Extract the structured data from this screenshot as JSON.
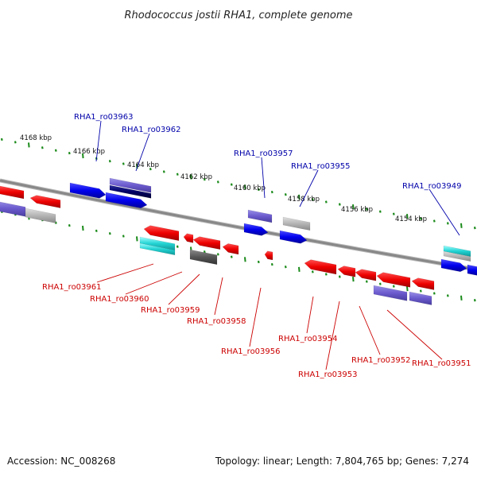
{
  "title": "Rhodococcus jostii RHA1, complete genome",
  "footer": {
    "accession": "Accession: NC_008268",
    "summary": "Topology: linear; Length: 7,804,765 bp; Genes: 7,274"
  },
  "scale_labels": [
    "4168 kbp",
    "4166 kbp",
    "4164 kbp",
    "4162 kbp",
    "4160 kbp",
    "4158 kbp",
    "4156 kbp",
    "4154 kbp"
  ],
  "top_gene_labels": [
    "RHA1_ro03963",
    "RHA1_ro03962",
    "RHA1_ro03957",
    "RHA1_ro03955",
    "RHA1_ro03949"
  ],
  "bottom_gene_labels": [
    "RHA1_ro03961",
    "RHA1_ro03960",
    "RHA1_ro03959",
    "RHA1_ro03958",
    "RHA1_ro03956",
    "RHA1_ro03954",
    "RHA1_ro03953",
    "RHA1_ro03952",
    "RHA1_ro03951"
  ],
  "colors": {
    "forward": "#0000ee",
    "reverse": "#ee0000",
    "purple": "#6a5acd",
    "gray": "#b4b4b4",
    "darkgray": "#555555",
    "cyan": "#22d3d3",
    "navy": "#000066",
    "backbone": "#888888",
    "tick": "#1a8a1a"
  }
}
